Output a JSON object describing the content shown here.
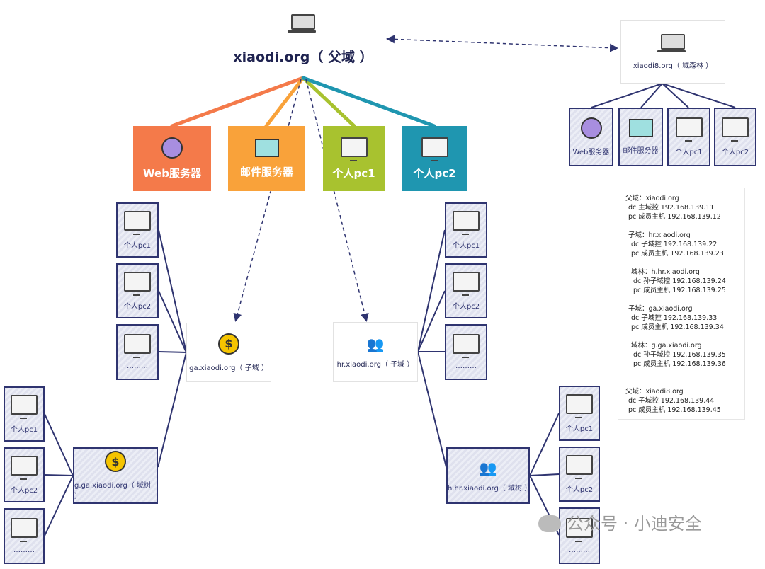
{
  "root": {
    "title": "xiaodi.org（ 父域 ）",
    "icon": "laptop-icon"
  },
  "root_children": [
    {
      "label": "Web服务器",
      "icon": "globe-icon",
      "color": "#f47a4a"
    },
    {
      "label": "邮件服务器",
      "icon": "mail-icon",
      "color": "#f9a23a"
    },
    {
      "label": "个人pc1",
      "icon": "monitor-icon",
      "color": "#a8c22f"
    },
    {
      "label": "个人pc2",
      "icon": "monitor-icon",
      "color": "#1f96b0"
    }
  ],
  "forest": {
    "title": "xiaodi8.org（ 域森林 ）",
    "children": [
      "Web服务器",
      "邮件服务器",
      "个人pc1",
      "个人pc2"
    ]
  },
  "ga": {
    "title": "ga.xiaodi.org（ 子域 ）",
    "members": [
      "个人pc1",
      "个人pc2",
      "………"
    ]
  },
  "hr": {
    "title": "hr.xiaodi.org（ 子域 ）",
    "members": [
      "个人pc1",
      "个人pc2",
      "………"
    ]
  },
  "gga": {
    "title": "g.ga.xiaodi.org（ 域树 ）",
    "members": [
      "个人pc1",
      "个人pc2",
      "………"
    ]
  },
  "hhr": {
    "title": "h.hr.xiaodi.org（ 域树 ）",
    "members": [
      "个人pc1",
      "个人pc2",
      "………"
    ]
  },
  "info": [
    [
      "父域：xiaodi.org",
      "dc 主域控 192.168.139.11",
      "pc 成员主机 192.168.139.12"
    ],
    [
      "子域：hr.xiaodi.org",
      "dc 子域控  192.168.139.22",
      "pc 成员主机 192.168.139.23"
    ],
    [
      "域林：h.hr.xiaodi.org",
      "dc 孙子域控  192.168.139.24",
      "pc 成员主机 192.168.139.25"
    ],
    [
      "子域：ga.xiaodi.org",
      "dc 子域控  192.168.139.33",
      "pc 成员主机 192.168.139.34"
    ],
    [
      "域林：g.ga.xiaodi.org",
      "dc 孙子域控  192.168.139.35",
      "pc 成员主机 192.168.139.36"
    ],
    [
      "父域：xiaodi8.org",
      "dc 子域控  192.168.139.44",
      "pc 成员主机 192.168.139.45"
    ]
  ],
  "watermark": "公众号 · 小迪安全"
}
